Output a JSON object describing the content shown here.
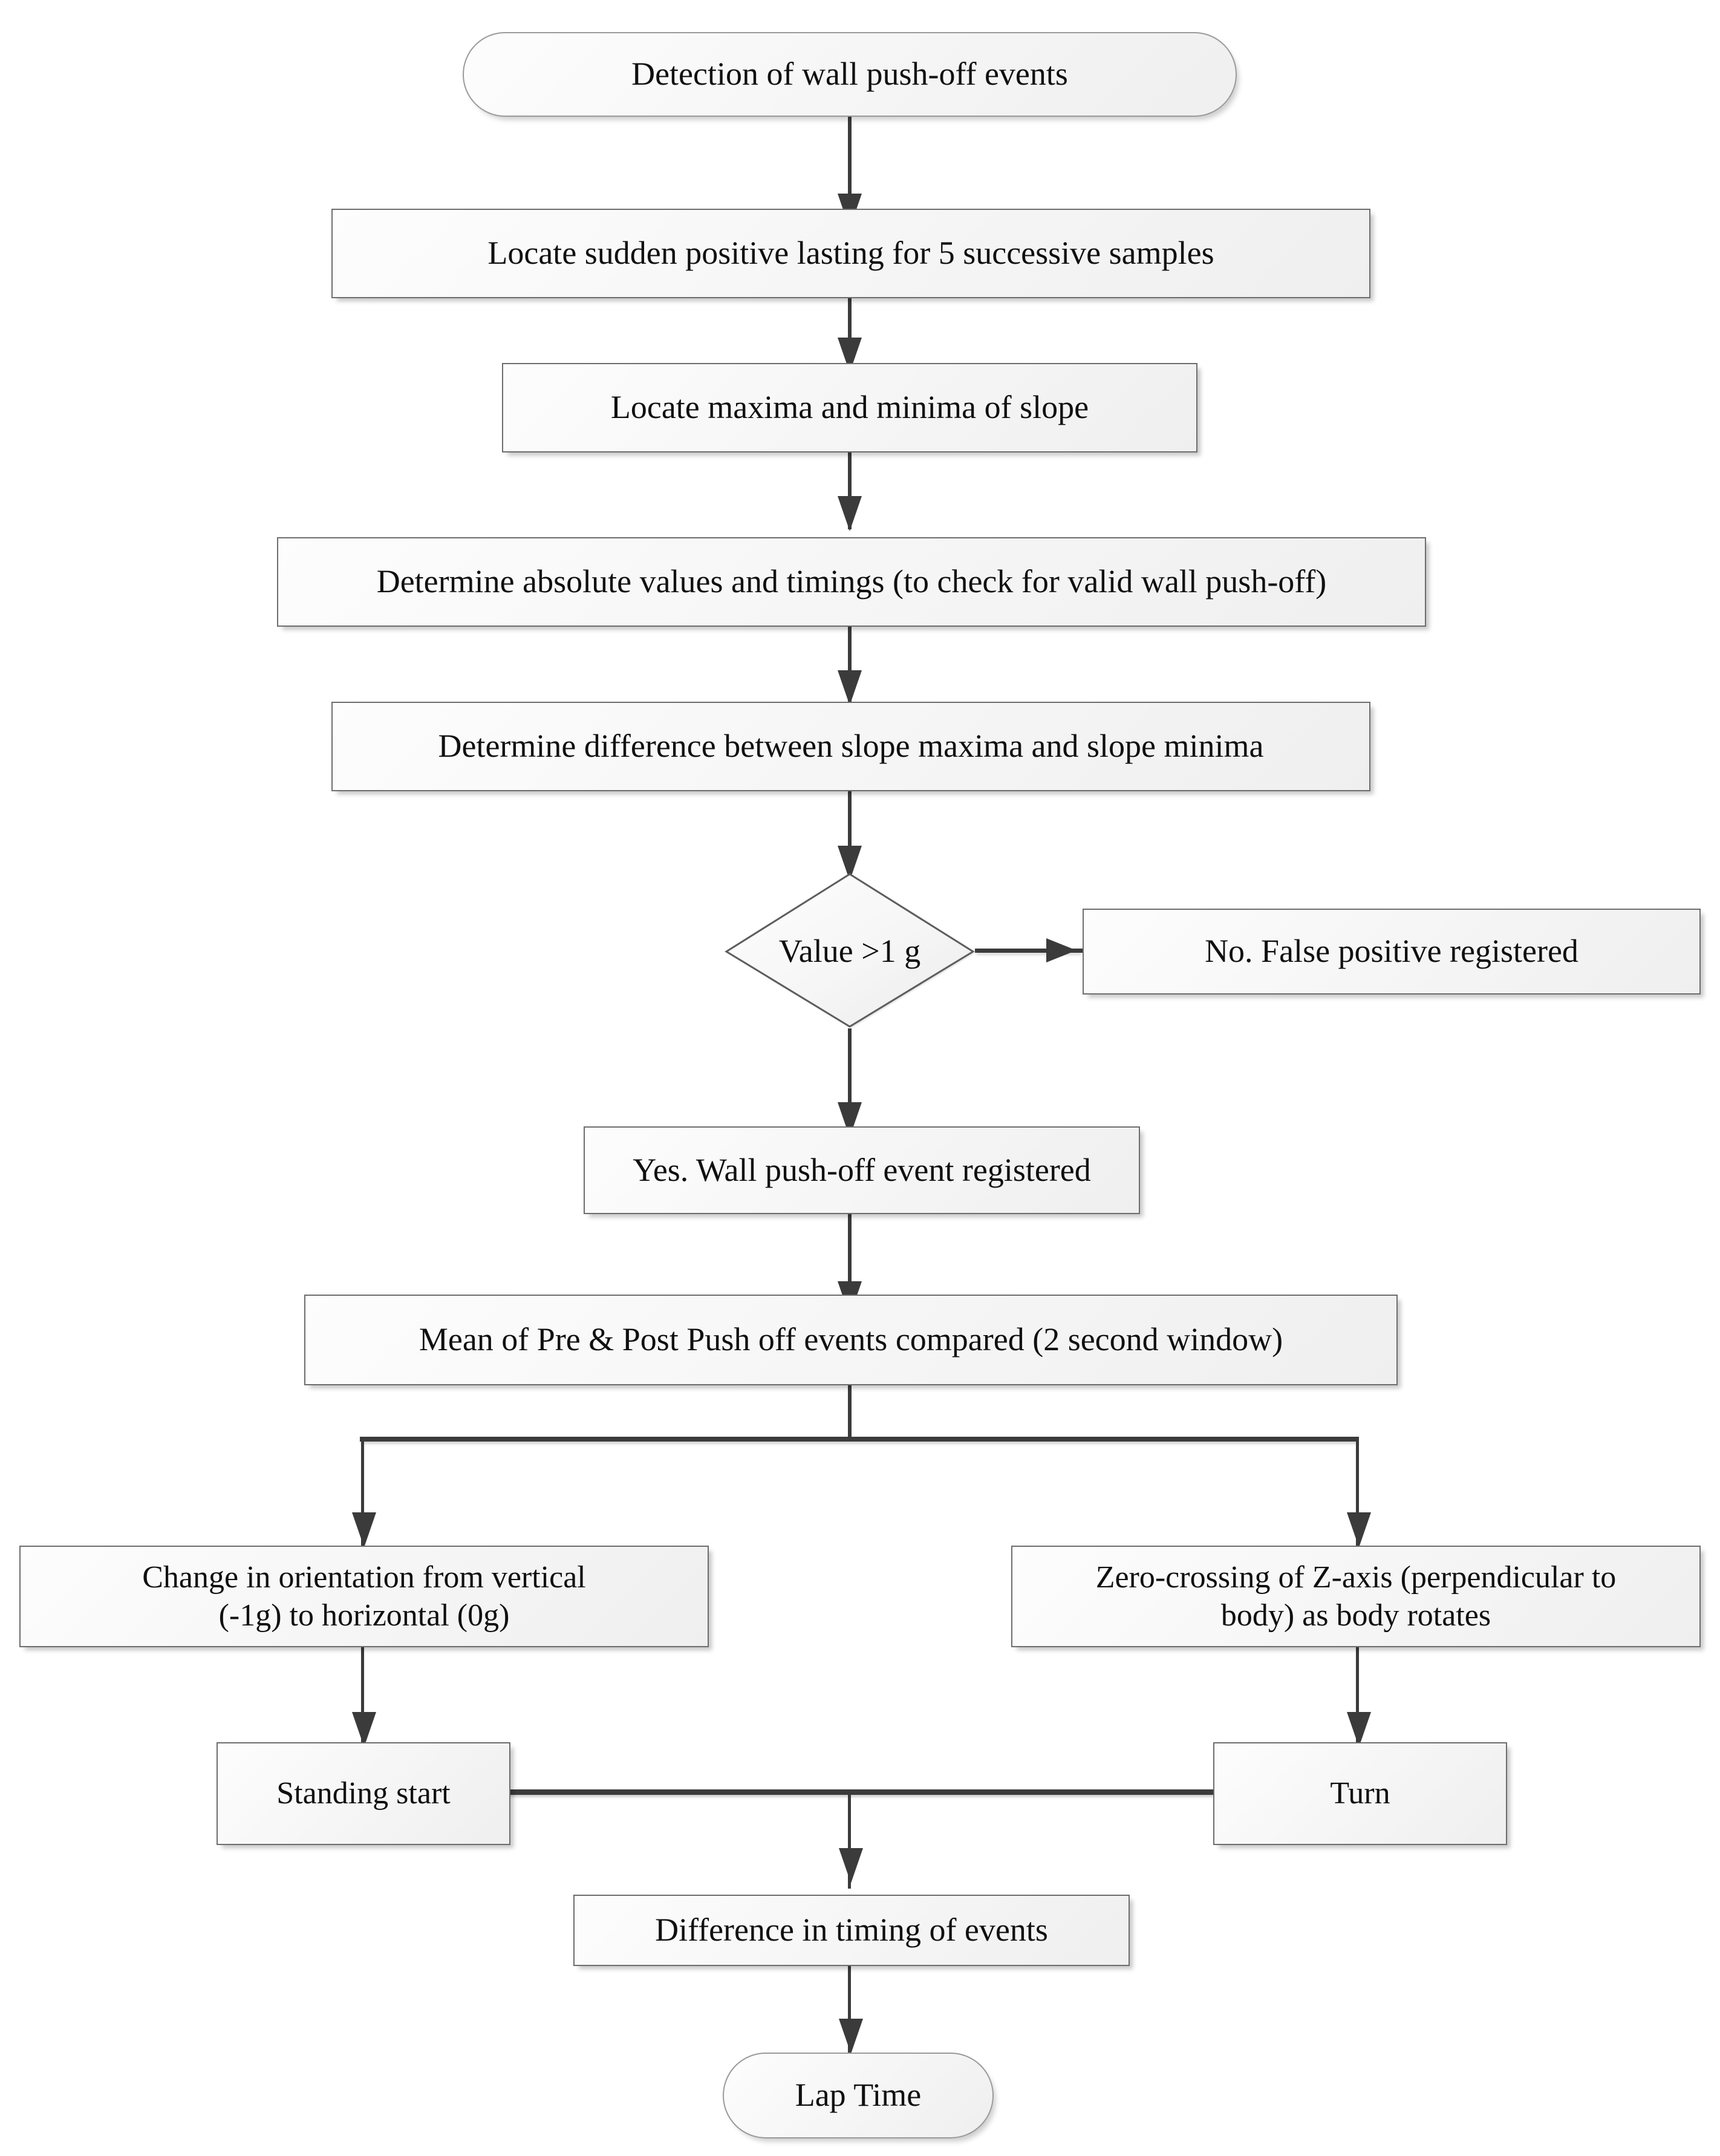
{
  "diagram": {
    "title": "Detection of wall push-off events flowchart",
    "type": "flowchart",
    "accent_color": "#3b3b3b",
    "node_fill": "#f5f5f5",
    "node_border": "#6d6d6d"
  },
  "nodes": {
    "start": {
      "label": "Detection of wall push-off events",
      "shape": "terminal"
    },
    "locate_sudden": {
      "label": "Locate sudden positive lasting for 5 successive samples",
      "shape": "process"
    },
    "locate_maxmin": {
      "label": "Locate maxima and minima of slope",
      "shape": "process"
    },
    "determine_abs": {
      "label": "Determine absolute values and timings (to check for valid wall push-off)",
      "shape": "process"
    },
    "determine_diff": {
      "label": "Determine difference between slope maxima and slope minima",
      "shape": "process"
    },
    "decision": {
      "label": "Value >1 g",
      "shape": "decision"
    },
    "false_positive": {
      "label": "No. False positive registered",
      "shape": "process"
    },
    "yes_registered": {
      "label": "Yes. Wall push-off event registered",
      "shape": "process"
    },
    "mean_compare": {
      "label": "Mean of Pre & Post Push off events compared (2 second window)",
      "shape": "process"
    },
    "orientation_change": {
      "label": "Change in orientation from vertical\n(-1g) to horizontal (0g)",
      "shape": "process"
    },
    "zero_crossing": {
      "label": "Zero-crossing of Z-axis (perpendicular to\nbody) as body rotates",
      "shape": "process"
    },
    "standing_start": {
      "label": "Standing start",
      "shape": "process"
    },
    "turn": {
      "label": "Turn",
      "shape": "process"
    },
    "difference_timing": {
      "label": "Difference in timing of events",
      "shape": "process"
    },
    "lap_time": {
      "label": "Lap Time",
      "shape": "terminal"
    }
  },
  "edges": [
    {
      "from": "start",
      "to": "locate_sudden",
      "kind": "down"
    },
    {
      "from": "locate_sudden",
      "to": "locate_maxmin",
      "kind": "down"
    },
    {
      "from": "locate_maxmin",
      "to": "determine_abs",
      "kind": "down"
    },
    {
      "from": "determine_abs",
      "to": "determine_diff",
      "kind": "down"
    },
    {
      "from": "determine_diff",
      "to": "decision",
      "kind": "down"
    },
    {
      "from": "decision",
      "to": "false_positive",
      "kind": "right"
    },
    {
      "from": "decision",
      "to": "yes_registered",
      "kind": "down"
    },
    {
      "from": "yes_registered",
      "to": "mean_compare",
      "kind": "down"
    },
    {
      "from": "mean_compare",
      "to": "orientation_change",
      "kind": "split-left"
    },
    {
      "from": "mean_compare",
      "to": "zero_crossing",
      "kind": "split-right"
    },
    {
      "from": "orientation_change",
      "to": "standing_start",
      "kind": "down"
    },
    {
      "from": "zero_crossing",
      "to": "turn",
      "kind": "down"
    },
    {
      "from": "standing_start",
      "to": "difference_timing",
      "kind": "merge"
    },
    {
      "from": "turn",
      "to": "difference_timing",
      "kind": "merge"
    },
    {
      "from": "difference_timing",
      "to": "lap_time",
      "kind": "down"
    }
  ]
}
